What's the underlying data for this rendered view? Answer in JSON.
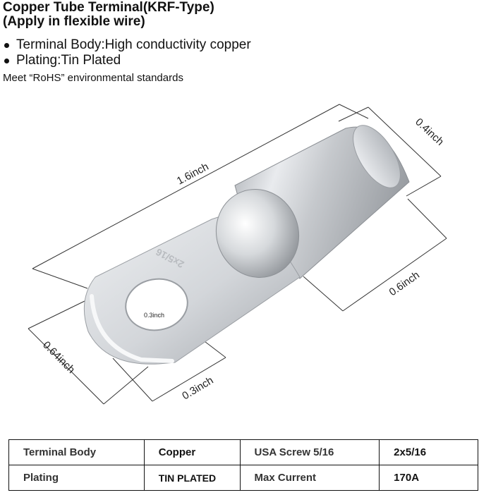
{
  "heading": {
    "line1": "Copper Tube Terminal(KRF-Type)",
    "line2": "(Apply in flexible wire)"
  },
  "features": [
    "Terminal Body:High conductivity copper",
    "Plating:Tin Plated"
  ],
  "note": "Meet “RoHS” environmental standards",
  "dimensions": {
    "length": "1.6inch",
    "tube_width": "0.4inch",
    "barrel_length": "0.6inch",
    "tongue_width": "0.64inch",
    "tongue_end": "0.3inch",
    "hole": "0.3inch"
  },
  "stamp_text": "2x5/16",
  "specs": {
    "rows": [
      {
        "label1": "Terminal Body",
        "value1": "Copper",
        "label2": "USA Screw 5/16",
        "value2": "2x5/16"
      },
      {
        "label1": "Plating",
        "value1": "TIN PLATED",
        "label2": "Max Current",
        "value2": "170A"
      }
    ]
  },
  "colors": {
    "metal_light": "#f2f3f5",
    "metal_mid": "#c9ccd0",
    "metal_dark": "#8d9196",
    "dimension_line": "#333333"
  }
}
